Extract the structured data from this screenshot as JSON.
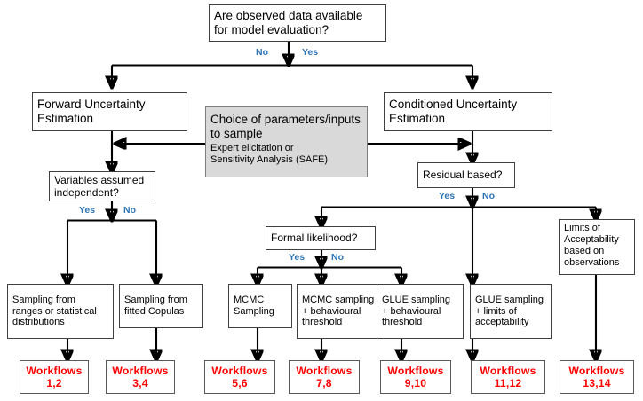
{
  "diagram": {
    "title_node": {
      "id": "observed-data-question",
      "lines": [
        "Are observed data available",
        "for model evaluation?"
      ]
    },
    "nodes": [
      {
        "id": "forward-uncertainty-estimation",
        "lines": [
          "Forward Uncertainty",
          "Estimation"
        ]
      },
      {
        "id": "conditioned-uncertainty-estimation",
        "lines": [
          "Conditioned Uncertainty",
          "Estimation"
        ]
      },
      {
        "id": "choice-of-parameters",
        "lines": [
          "Choice of parameters/inputs",
          "to sample"
        ],
        "sublines": [
          "Expert elicitation or",
          "Sensitivity Analysis (SAFE)"
        ]
      },
      {
        "id": "variables-assumed-independent",
        "lines": [
          "Variables assumed",
          "independent?"
        ]
      },
      {
        "id": "residual-based",
        "lines": [
          "Residual based?"
        ]
      },
      {
        "id": "formal-likelihood",
        "lines": [
          "Formal likelihood?"
        ]
      },
      {
        "id": "limits-of-acceptability",
        "lines": [
          "Limits of",
          "Acceptability",
          "based on",
          "observations"
        ]
      },
      {
        "id": "sampling-from-ranges",
        "lines": [
          "Sampling from",
          "ranges or statistical",
          "distributions"
        ]
      },
      {
        "id": "sampling-from-copulas",
        "lines": [
          "Sampling from",
          "fitted Copulas"
        ]
      },
      {
        "id": "mcmc-sampling",
        "lines": [
          "MCMC",
          "Sampling"
        ]
      },
      {
        "id": "mcmc-behavioural",
        "lines": [
          "MCMC sampling",
          "+ behavioural",
          "threshold"
        ]
      },
      {
        "id": "glue-behavioural",
        "lines": [
          "GLUE sampling",
          "+ behavioural",
          "threshold"
        ]
      },
      {
        "id": "glue-limits",
        "lines": [
          "GLUE sampling",
          "+ limits of",
          "acceptability"
        ]
      }
    ],
    "workflows": [
      {
        "id": "workflows-1-2",
        "line1": "Workflows",
        "line2": "1,2"
      },
      {
        "id": "workflows-3-4",
        "line1": "Workflows",
        "line2": "3,4"
      },
      {
        "id": "workflows-5-6",
        "line1": "Workflows",
        "line2": "5,6"
      },
      {
        "id": "workflows-7-8",
        "line1": "Workflows",
        "line2": "7,8"
      },
      {
        "id": "workflows-9-10",
        "line1": "Workflows",
        "line2": "9,10"
      },
      {
        "id": "workflows-11-12",
        "line1": "Workflows",
        "line2": "11,12"
      },
      {
        "id": "workflows-13-14",
        "line1": "Workflows",
        "line2": "13,14"
      }
    ],
    "edge_labels": {
      "root_no": "No",
      "root_yes": "Yes",
      "variables_yes": "Yes",
      "variables_no": "No",
      "residual_yes": "Yes",
      "residual_no": "No",
      "formal_yes": "Yes",
      "formal_no": "No"
    },
    "colors": {
      "label_blue": "#2e75b6",
      "workflow_red": "#ff0000",
      "gray_fill": "#d9d9d9",
      "stroke": "#000000"
    }
  }
}
